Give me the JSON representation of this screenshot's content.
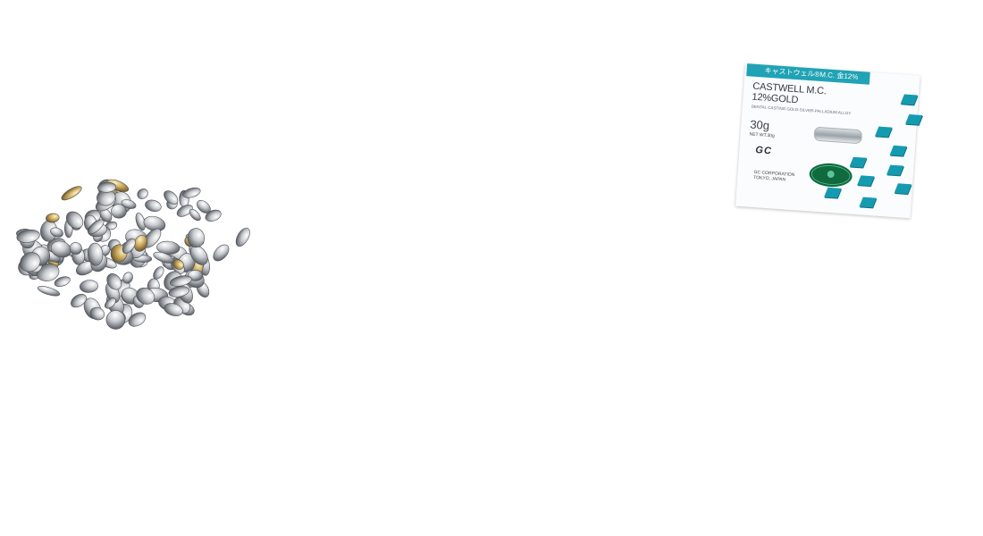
{
  "scene": {
    "background": "#ffffff",
    "objects": [
      "dental-scrap-metal-pile",
      "alloy-package"
    ]
  },
  "package": {
    "band_text": "キャストウェル®M.C. 金12%",
    "name_line1": "CASTWELL M.C.",
    "name_line2": "12%GOLD",
    "subtitle": "DENTAL CASTING GOLD-SILVER-PALLADIUM ALLOY",
    "weight": "30g",
    "net_weight": "NET WT.30g",
    "brand": "GC",
    "manufacturer_line1": "GC CORPORATION",
    "manufacturer_line2": "TOKYO, JAPAN",
    "accent_color": "#20a3b4",
    "seal_color": "#0f6a3e"
  }
}
